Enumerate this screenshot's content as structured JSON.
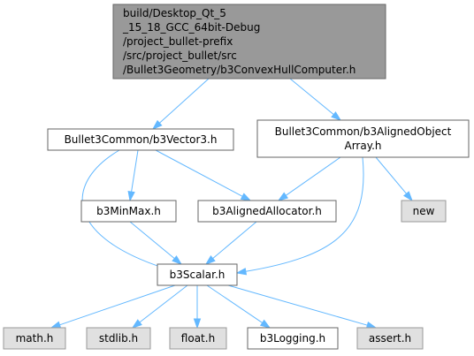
{
  "graph": {
    "root": {
      "lines": [
        "build/Desktop_Qt_5",
        "_15_18_GCC_64bit-Debug",
        "/project_bullet-prefix",
        "/src/project_bullet/src",
        "/Bullet3Geometry/b3ConvexHullComputer.h"
      ],
      "style": "root"
    },
    "nodes": {
      "vector3": {
        "lines": [
          "Bullet3Common/b3Vector3.h"
        ],
        "style": "normal"
      },
      "alignedarray": {
        "lines": [
          "Bullet3Common/b3AlignedObject",
          "Array.h"
        ],
        "style": "normal"
      },
      "minmax": {
        "lines": [
          "b3MinMax.h"
        ],
        "style": "normal"
      },
      "alignedalloc": {
        "lines": [
          "b3AlignedAllocator.h"
        ],
        "style": "normal"
      },
      "new": {
        "lines": [
          "new"
        ],
        "style": "gray"
      },
      "scalar": {
        "lines": [
          "b3Scalar.h"
        ],
        "style": "normal"
      },
      "math": {
        "lines": [
          "math.h"
        ],
        "style": "gray"
      },
      "stdlib": {
        "lines": [
          "stdlib.h"
        ],
        "style": "gray"
      },
      "float": {
        "lines": [
          "float.h"
        ],
        "style": "gray"
      },
      "logging": {
        "lines": [
          "b3Logging.h"
        ],
        "style": "normal"
      },
      "assert": {
        "lines": [
          "assert.h"
        ],
        "style": "gray"
      }
    },
    "edges": [
      [
        "root",
        "vector3"
      ],
      [
        "root",
        "alignedarray"
      ],
      [
        "vector3",
        "minmax"
      ],
      [
        "vector3",
        "alignedalloc"
      ],
      [
        "vector3",
        "scalar"
      ],
      [
        "alignedarray",
        "alignedalloc"
      ],
      [
        "alignedarray",
        "new"
      ],
      [
        "alignedarray",
        "scalar"
      ],
      [
        "minmax",
        "scalar"
      ],
      [
        "alignedalloc",
        "scalar"
      ],
      [
        "scalar",
        "math"
      ],
      [
        "scalar",
        "stdlib"
      ],
      [
        "scalar",
        "float"
      ],
      [
        "scalar",
        "logging"
      ],
      [
        "scalar",
        "assert"
      ]
    ],
    "colors": {
      "root_fill": "#999999",
      "normal_fill": "#ffffff",
      "gray_fill": "#e0e0e0",
      "border": "#666666",
      "gray_border": "#999999",
      "edge": "#63b8ff"
    }
  }
}
